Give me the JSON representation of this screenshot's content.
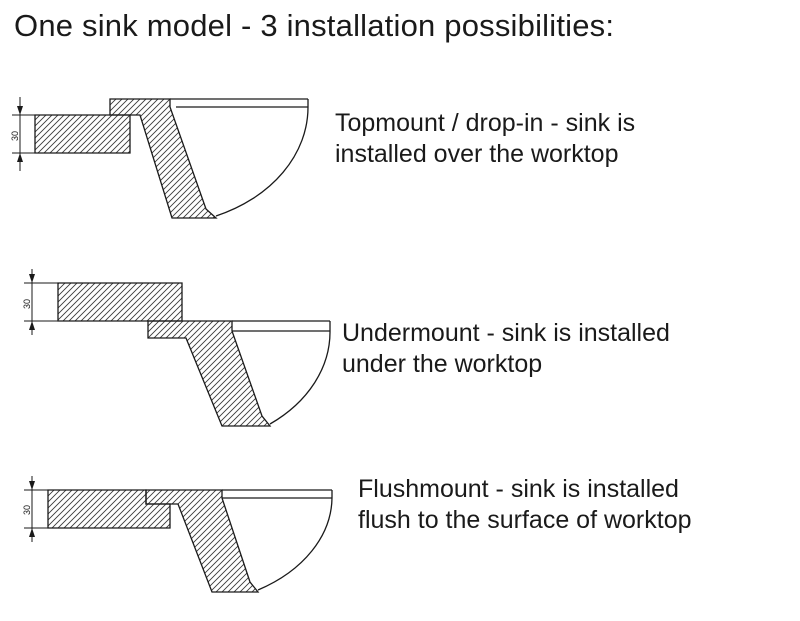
{
  "title": "One sink model - 3 installation possibilities:",
  "dimension_label": "30",
  "rows": [
    {
      "id": "topmount",
      "caption": "Topmount / drop-in - sink is\ninstalled over the worktop"
    },
    {
      "id": "undermount",
      "caption": "Undermount - sink is installed\nunder the worktop"
    },
    {
      "id": "flushmount",
      "caption": "Flushmount - sink is installed\nflush to the surface of worktop"
    }
  ],
  "colors": {
    "line": "#1a1a1a",
    "hatch": "#3a3a3a",
    "background": "#ffffff"
  }
}
